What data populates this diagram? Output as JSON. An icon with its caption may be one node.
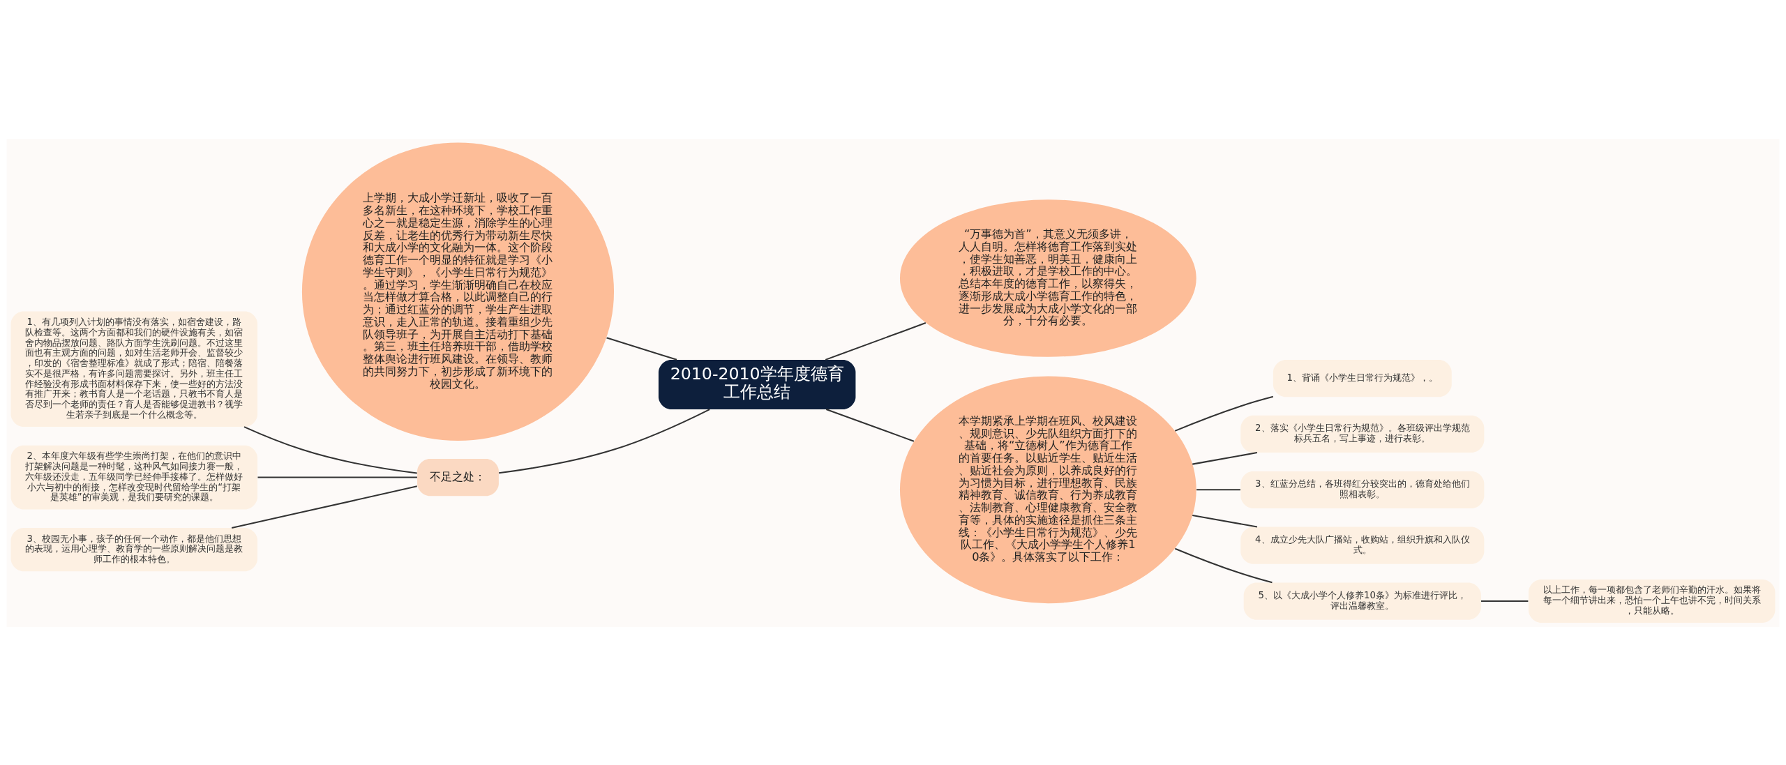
{
  "diagram": {
    "nodes": [
      {
        "text": [
          "2010-2010学年度德育工作总结"
        ]
      },
      {
        "text": [
          "上学期，大成小学迁新址，吸收了一百多名新生，在这种环境下，学校工作重心之一就是稳定生源，消除学生的心理反差，让老生的优秀行为带动新生尽快和大成小学的文化融为一体。这个阶段德育工作一个明显的特征就是学习《小学生守则》，《小学生日常行为规范》。通过学习，学生渐渐明确自己在校应当怎样做才算合格，以此调整自己的行为；通过红蓝分的调节，学生产生进取意识，走入正常的轨道。接着重组少先队领导班子，为开展自主活动打下基础。第三，班主任培养班干部，借助学校整体舆论进行班风建设。在领导、教师的共同努力下，初步形成了新环境下的校园文化。"
        ]
      },
      {
        "text": [
          "不足之处："
        ]
      },
      {
        "text": [
          "1、有几项列入计划的事情没有落实，如宿舍建设，路队检查等。这两个方面都和我们的硬件设施有关，如宿舍内物品摆放问题、路队方面学生洗刷问题。不过这里面也有主观方面的问题，如对生活老师开会、监督较少，印发的《宿舍整理标准》就成了形式；陪宿、陪餐落实不是很严格，有许多问题需要探讨。另外，班主任工作经验没有形成书面材料保存下来，使一些好的方法没有推广开来；教书育人是一个老话题，只教书不育人是否尽到一个老师的责任？育人是否能够促进教书？视学生若亲子到底是一个什么概念等。"
        ]
      },
      {
        "text": [
          "2、本年度六年级有些学生崇尚打架，在他们的意识中打架解决问题是一种时髦，这种风气如同接力赛一般，六年级还没走，五年级同学已经伸手接棒了。怎样做好小六与初中的衔接，怎样改变现时代留给学生的“打架是英雄”的审美观，是我们要研究的课题。"
        ]
      },
      {
        "text": [
          "3、校园无小事，孩子的任何一个动作，都是他们思想的表现，运用心理学、教育学的一些原则解决问题是教师工作的根本特色。"
        ]
      },
      {
        "text": [
          "“万事德为首”，其意义无须多讲，人人自明。怎样将德育工作落到实处，使学生知善恶，明美丑，健康向上，积极进取，才是学校工作的中心。总结本年度的德育工作，以察得失，逐渐形成大成小学德育工作的特色，进一步发展成为大成小学文化的一部分，十分有必要。"
        ]
      },
      {
        "text": [
          "本学期紧承上学期在班风、校风建设、规则意识、少先队组织方面打下的基础，将“立德树人”作为德育工作的首要任务。以贴近学生、贴近生活、贴近社会为原则，以养成良好的行为习惯为目标，进行理想教育、民族精神教育、诚信教育、行为养成教育、法制教育、心理健康教育、安全教育等，具体的实施途径是抓住三条主线：《小学生日常行为规范》、少先队工作、《大成小学学生个人修养10条》。具体落实了以下工作："
        ]
      },
      {
        "text": [
          "1、背诵《小学生日常行为规范》，。"
        ]
      },
      {
        "text": [
          "2、落实《小学生日常行为规范》。各班级评出学规范标兵五名，写上事迹，进行表彰。"
        ]
      },
      {
        "text": [
          "3、红蓝分总结，各班得红分较突出的，德育处给他们照相表彰。"
        ]
      },
      {
        "text": [
          "4、成立少先大队广播站，收购站，组织升旗和入队仪式。"
        ]
      },
      {
        "text": [
          "5、以《大成小学个人修养10条》为标准进行评比，评出温馨教室。"
        ]
      },
      {
        "text": [
          "以上工作，每一项都包含了老师们辛勤的汗水。如果将每一个细节讲出来，恐怕一个上午也讲不完，时间关系，只能从略。"
        ]
      }
    ],
    "edges": [
      {
        "from": 0,
        "to": 1,
        "arrow": "none"
      },
      {
        "from": 0,
        "to": 2,
        "arrow": "none"
      },
      {
        "from": 2,
        "to": 3,
        "arrow": "none"
      },
      {
        "from": 2,
        "to": 4,
        "arrow": "none"
      },
      {
        "from": 2,
        "to": 5,
        "arrow": "none"
      },
      {
        "from": 0,
        "to": 6,
        "arrow": "none"
      },
      {
        "from": 0,
        "to": 7,
        "arrow": "none"
      },
      {
        "from": 7,
        "to": 8,
        "arrow": "none"
      },
      {
        "from": 7,
        "to": 9,
        "arrow": "none"
      },
      {
        "from": 7,
        "to": 10,
        "arrow": "none"
      },
      {
        "from": 7,
        "to": 11,
        "arrow": "none"
      },
      {
        "from": 7,
        "to": 12,
        "arrow": "none"
      },
      {
        "from": 12,
        "to": 13,
        "arrow": "none"
      }
    ]
  }
}
